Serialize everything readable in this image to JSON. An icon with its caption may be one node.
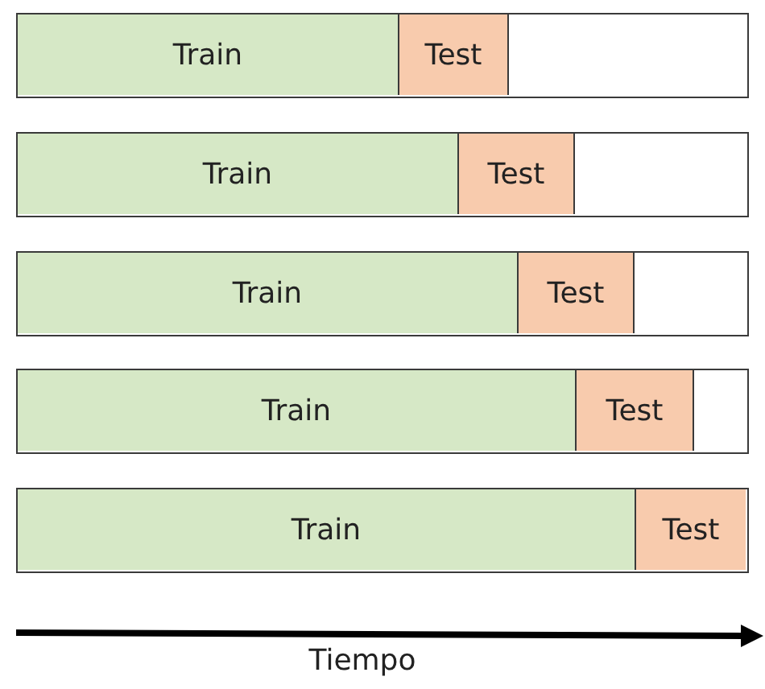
{
  "diagram": {
    "nodes": [
      {
        "text": [],
        "shape": "bar"
      },
      {
        "text": [
          "Train"
        ],
        "in": 0
      },
      {
        "text": [
          "Test"
        ],
        "in": 0
      },
      {
        "text": [],
        "shape": "bar"
      },
      {
        "text": [
          "Train"
        ],
        "in": 3
      },
      {
        "text": [
          "Test"
        ],
        "in": 3
      },
      {
        "text": [],
        "shape": "bar"
      },
      {
        "text": [
          "Train"
        ],
        "in": 6
      },
      {
        "text": [
          "Test"
        ],
        "in": 6
      },
      {
        "text": [],
        "shape": "bar"
      },
      {
        "text": [
          "Train"
        ],
        "in": 9
      },
      {
        "text": [
          "Test"
        ],
        "in": 9
      },
      {
        "text": [],
        "shape": "bar"
      },
      {
        "text": [
          "Train"
        ],
        "in": 12
      },
      {
        "text": [
          "Test"
        ],
        "in": 12
      }
    ],
    "edges": [],
    "labels": [
      "Tiempo"
    ]
  }
}
